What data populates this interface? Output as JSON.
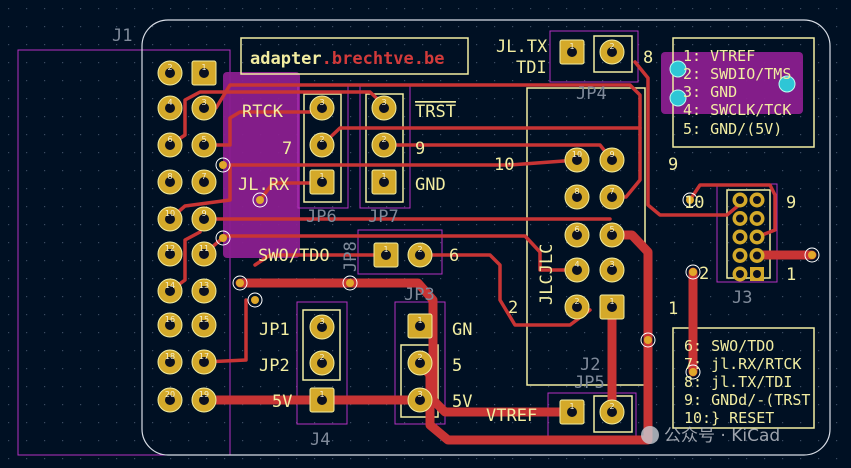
{
  "colors": {
    "background": "#001023",
    "silkscreen": "#f2eda1",
    "copper_trace": "#c83434",
    "pad": "#d4a92a",
    "courtyard": "#b531c0",
    "zone": "#8a1f8f",
    "via_outline": "#ffffff",
    "reference": "#7f8a9a",
    "highlight_pad": "#2ec6d6"
  },
  "banner": {
    "prefix": "adapter",
    "suffix": ".brechtve.be",
    "suffix_color": "#d23a3a"
  },
  "references": {
    "J1": "J1",
    "J2": "J2",
    "J3": "J3",
    "J4": "J4",
    "JP3": "JP3",
    "JP4": "JP4",
    "JP5": "JP5",
    "JP6": "JP6",
    "JP7": "JP7",
    "JP8": "JP8"
  },
  "labels": {
    "rtck": "RTCK",
    "seven": "7",
    "jlrx": "JL.RX",
    "trst": "TRST",
    "nine": "9",
    "gnd": "GND",
    "swo_tdo": "SWO/TDO",
    "six": "6",
    "jltx": "JL.TX",
    "tdi": "TDI",
    "eight": "8",
    "j2_ten": "10",
    "j2_nine": "9",
    "j2_two": "2",
    "j2_one": "1",
    "jlc": "JLCJLC",
    "jp1": "JP1",
    "jp2": "JP2",
    "five_v_left": "5V",
    "gn": "GN",
    "five": "5",
    "five_v_right": "5V",
    "vtref": "VTREF",
    "j3_ten": "10",
    "j3_nine": "9",
    "j3_two": "2",
    "j3_one": "1"
  },
  "swd_legend": [
    "1: VTREF",
    "2: SWDIO/TMS",
    "3: GND",
    "4: SWCLK/TCK",
    "5: GND/(5V)"
  ],
  "jtag_legend": [
    "6: SWO/TDO",
    "7: jl.RX/RTCK",
    "8: jl.TX/TDI",
    "9: GNDd/-(TRST",
    "10:} RESET"
  ],
  "footprints": {
    "J1": [
      "1",
      "2",
      "3",
      "4",
      "5",
      "6",
      "7",
      "8",
      "9",
      "10",
      "11",
      "12",
      "13",
      "14",
      "15",
      "16",
      "17",
      "18",
      "19",
      "20"
    ],
    "J2": [
      "1",
      "2",
      "3",
      "4",
      "5",
      "6",
      "7",
      "8",
      "9",
      "10"
    ],
    "JP6": [
      "1",
      "2",
      "3"
    ],
    "JP7": [
      "1",
      "2",
      "3"
    ],
    "JP8": [
      "1",
      "2"
    ],
    "JP4": [
      "1",
      "2"
    ],
    "JP5": [
      "1",
      "2"
    ],
    "J4": [
      "1",
      "2",
      "3"
    ],
    "JP3": [
      "1",
      "2",
      "3"
    ]
  },
  "watermark": "公众号 · KiCad"
}
